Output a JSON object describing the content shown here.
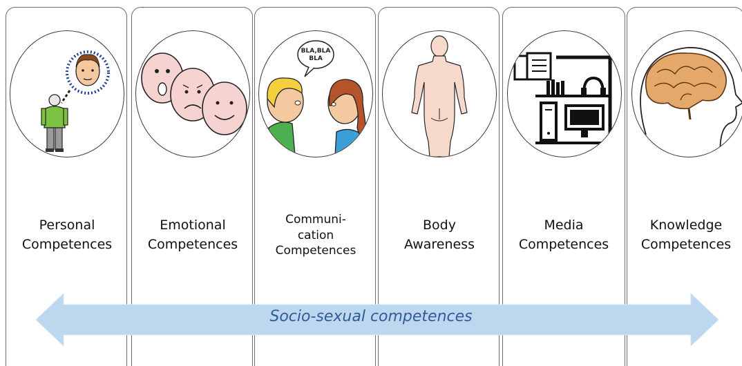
{
  "panels": [
    {
      "id": "personal",
      "lines": [
        "Personal",
        "Competences"
      ],
      "icon": "person-thinking-face-icon"
    },
    {
      "id": "emotional",
      "lines": [
        "Emotional",
        "Competences"
      ],
      "icon": "emotion-faces-icon"
    },
    {
      "id": "communication",
      "lines": [
        "Communi-",
        "cation",
        "Competences"
      ],
      "icon": "conversation-icon",
      "bubble_text": [
        "BLA,BLA",
        "BLA"
      ]
    },
    {
      "id": "body",
      "lines": [
        "Body",
        "Awareness"
      ],
      "icon": "body-back-icon"
    },
    {
      "id": "media",
      "lines": [
        "Media",
        "Competences"
      ],
      "icon": "media-shelf-icon"
    },
    {
      "id": "knowledge",
      "lines": [
        "Knowledge",
        "Competences"
      ],
      "icon": "brain-head-icon"
    }
  ],
  "arrow": {
    "label": "Socio-sexual competences",
    "fill": "#bdd7ee"
  },
  "colors": {
    "panel_border": "#6a6a6a",
    "arrow_text": "#2f5b9a"
  }
}
